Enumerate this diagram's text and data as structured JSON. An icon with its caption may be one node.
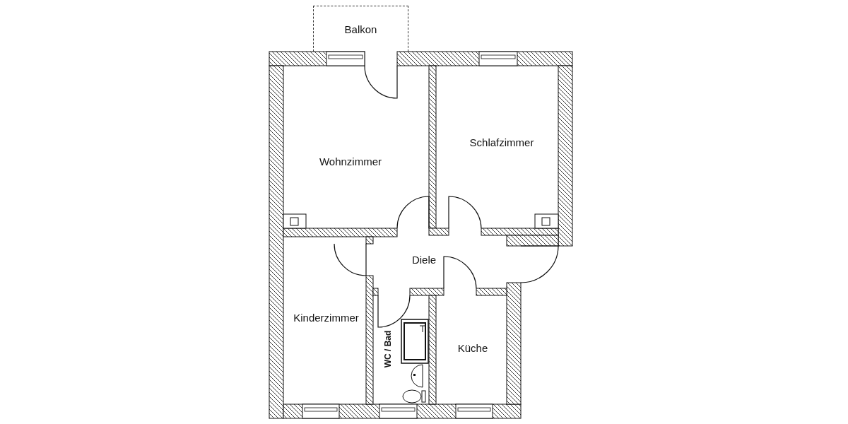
{
  "diagram": {
    "nodes": [
      {
        "text": [
          "Balkon"
        ]
      },
      {
        "text": [
          "Wohnzimmer"
        ]
      },
      {
        "text": [
          "Schlafzimmer"
        ]
      },
      {
        "text": [
          "Diele"
        ]
      },
      {
        "text": [
          "Kinderzimmer"
        ]
      },
      {
        "text": [
          "WC / Bad"
        ]
      },
      {
        "text": [
          "Küche"
        ]
      }
    ]
  }
}
